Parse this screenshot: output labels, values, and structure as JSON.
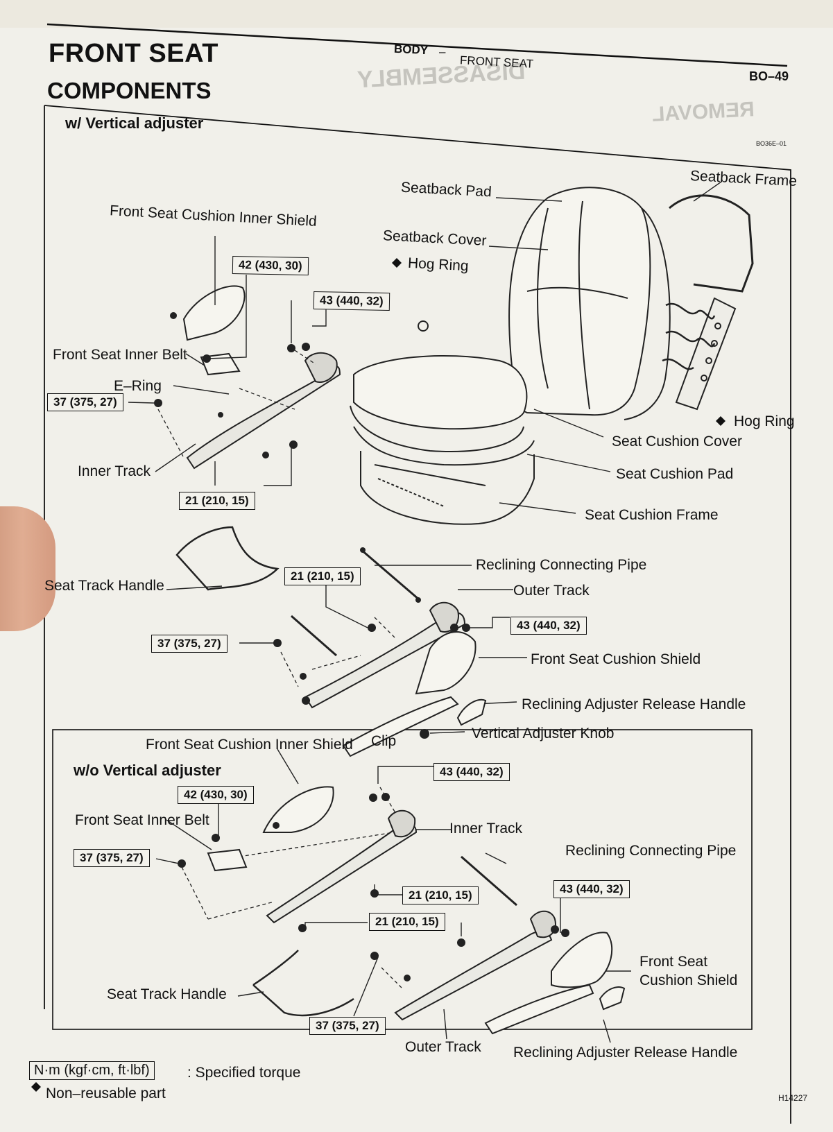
{
  "header": {
    "title_line1": "FRONT SEAT",
    "title_line2": "COMPONENTS",
    "section": "BODY",
    "dash": "–",
    "subsection": "FRONT SEAT",
    "page_number": "BO–49"
  },
  "panel_top": {
    "heading": "w/ Vertical adjuster",
    "figure_code": "BO36E–01",
    "labels": {
      "seatback_frame": "Seatback Frame",
      "seatback_pad": "Seatback Pad",
      "front_seat_cushion_inner_shield": "Front Seat Cushion Inner Shield",
      "seatback_cover": "Seatback Cover",
      "hog_ring_1": "Hog Ring",
      "front_seat_inner_belt": "Front Seat Inner Belt",
      "e_ring": "E–Ring",
      "hog_ring_2": "Hog Ring",
      "seat_cushion_cover": "Seat Cushion Cover",
      "inner_track": "Inner Track",
      "seat_cushion_pad": "Seat Cushion Pad",
      "seat_cushion_frame": "Seat Cushion Frame",
      "reclining_connecting_pipe": "Reclining Connecting Pipe",
      "seat_track_handle": "Seat Track Handle",
      "outer_track": "Outer Track",
      "front_seat_cushion_shield": "Front Seat Cushion Shield",
      "reclining_adjuster_release_handle": "Reclining Adjuster Release Handle",
      "clip": "Clip",
      "vertical_adjuster_knob": "Vertical Adjuster Knob",
      "front_seat_cushion_inner_shield_2": "Front Seat Cushion Inner Shield"
    },
    "torques": {
      "t42": "42 (430, 30)",
      "t43a": "43 (440, 32)",
      "t37a": "37 (375, 27)",
      "t21a": "21 (210, 15)",
      "t21b": "21 (210, 15)",
      "t37b": "37 (375, 27)",
      "t43b": "43 (440, 32)"
    }
  },
  "panel_bottom": {
    "heading": "w/o Vertical adjuster",
    "labels": {
      "front_seat_inner_belt": "Front Seat Inner Belt",
      "inner_track": "Inner Track",
      "reclining_connecting_pipe": "Reclining Connecting Pipe",
      "front_seat_cushion_shield_1": "Front Seat",
      "front_seat_cushion_shield_2": "Cushion Shield",
      "seat_track_handle": "Seat Track Handle",
      "outer_track": "Outer Track",
      "reclining_adjuster_release_handle": "Reclining Adjuster Release Handle"
    },
    "torques": {
      "t43a": "43 (440, 32)",
      "t42": "42 (430, 30)",
      "t37a": "37 (375, 27)",
      "t21a": "21 (210, 15)",
      "t43b": "43 (440, 32)",
      "t21b": "21 (210, 15)",
      "t37b": "37 (375, 27)"
    }
  },
  "legend": {
    "torque_box": "N·m (kgf·cm, ft·lbf)",
    "torque_text": ": Specified torque",
    "nonreusable_text": "Non–reusable part",
    "figure_code": "H14227"
  },
  "bleed_through": {
    "disassembly": "DISASSEMBLY",
    "removal": "REMOVAL"
  }
}
